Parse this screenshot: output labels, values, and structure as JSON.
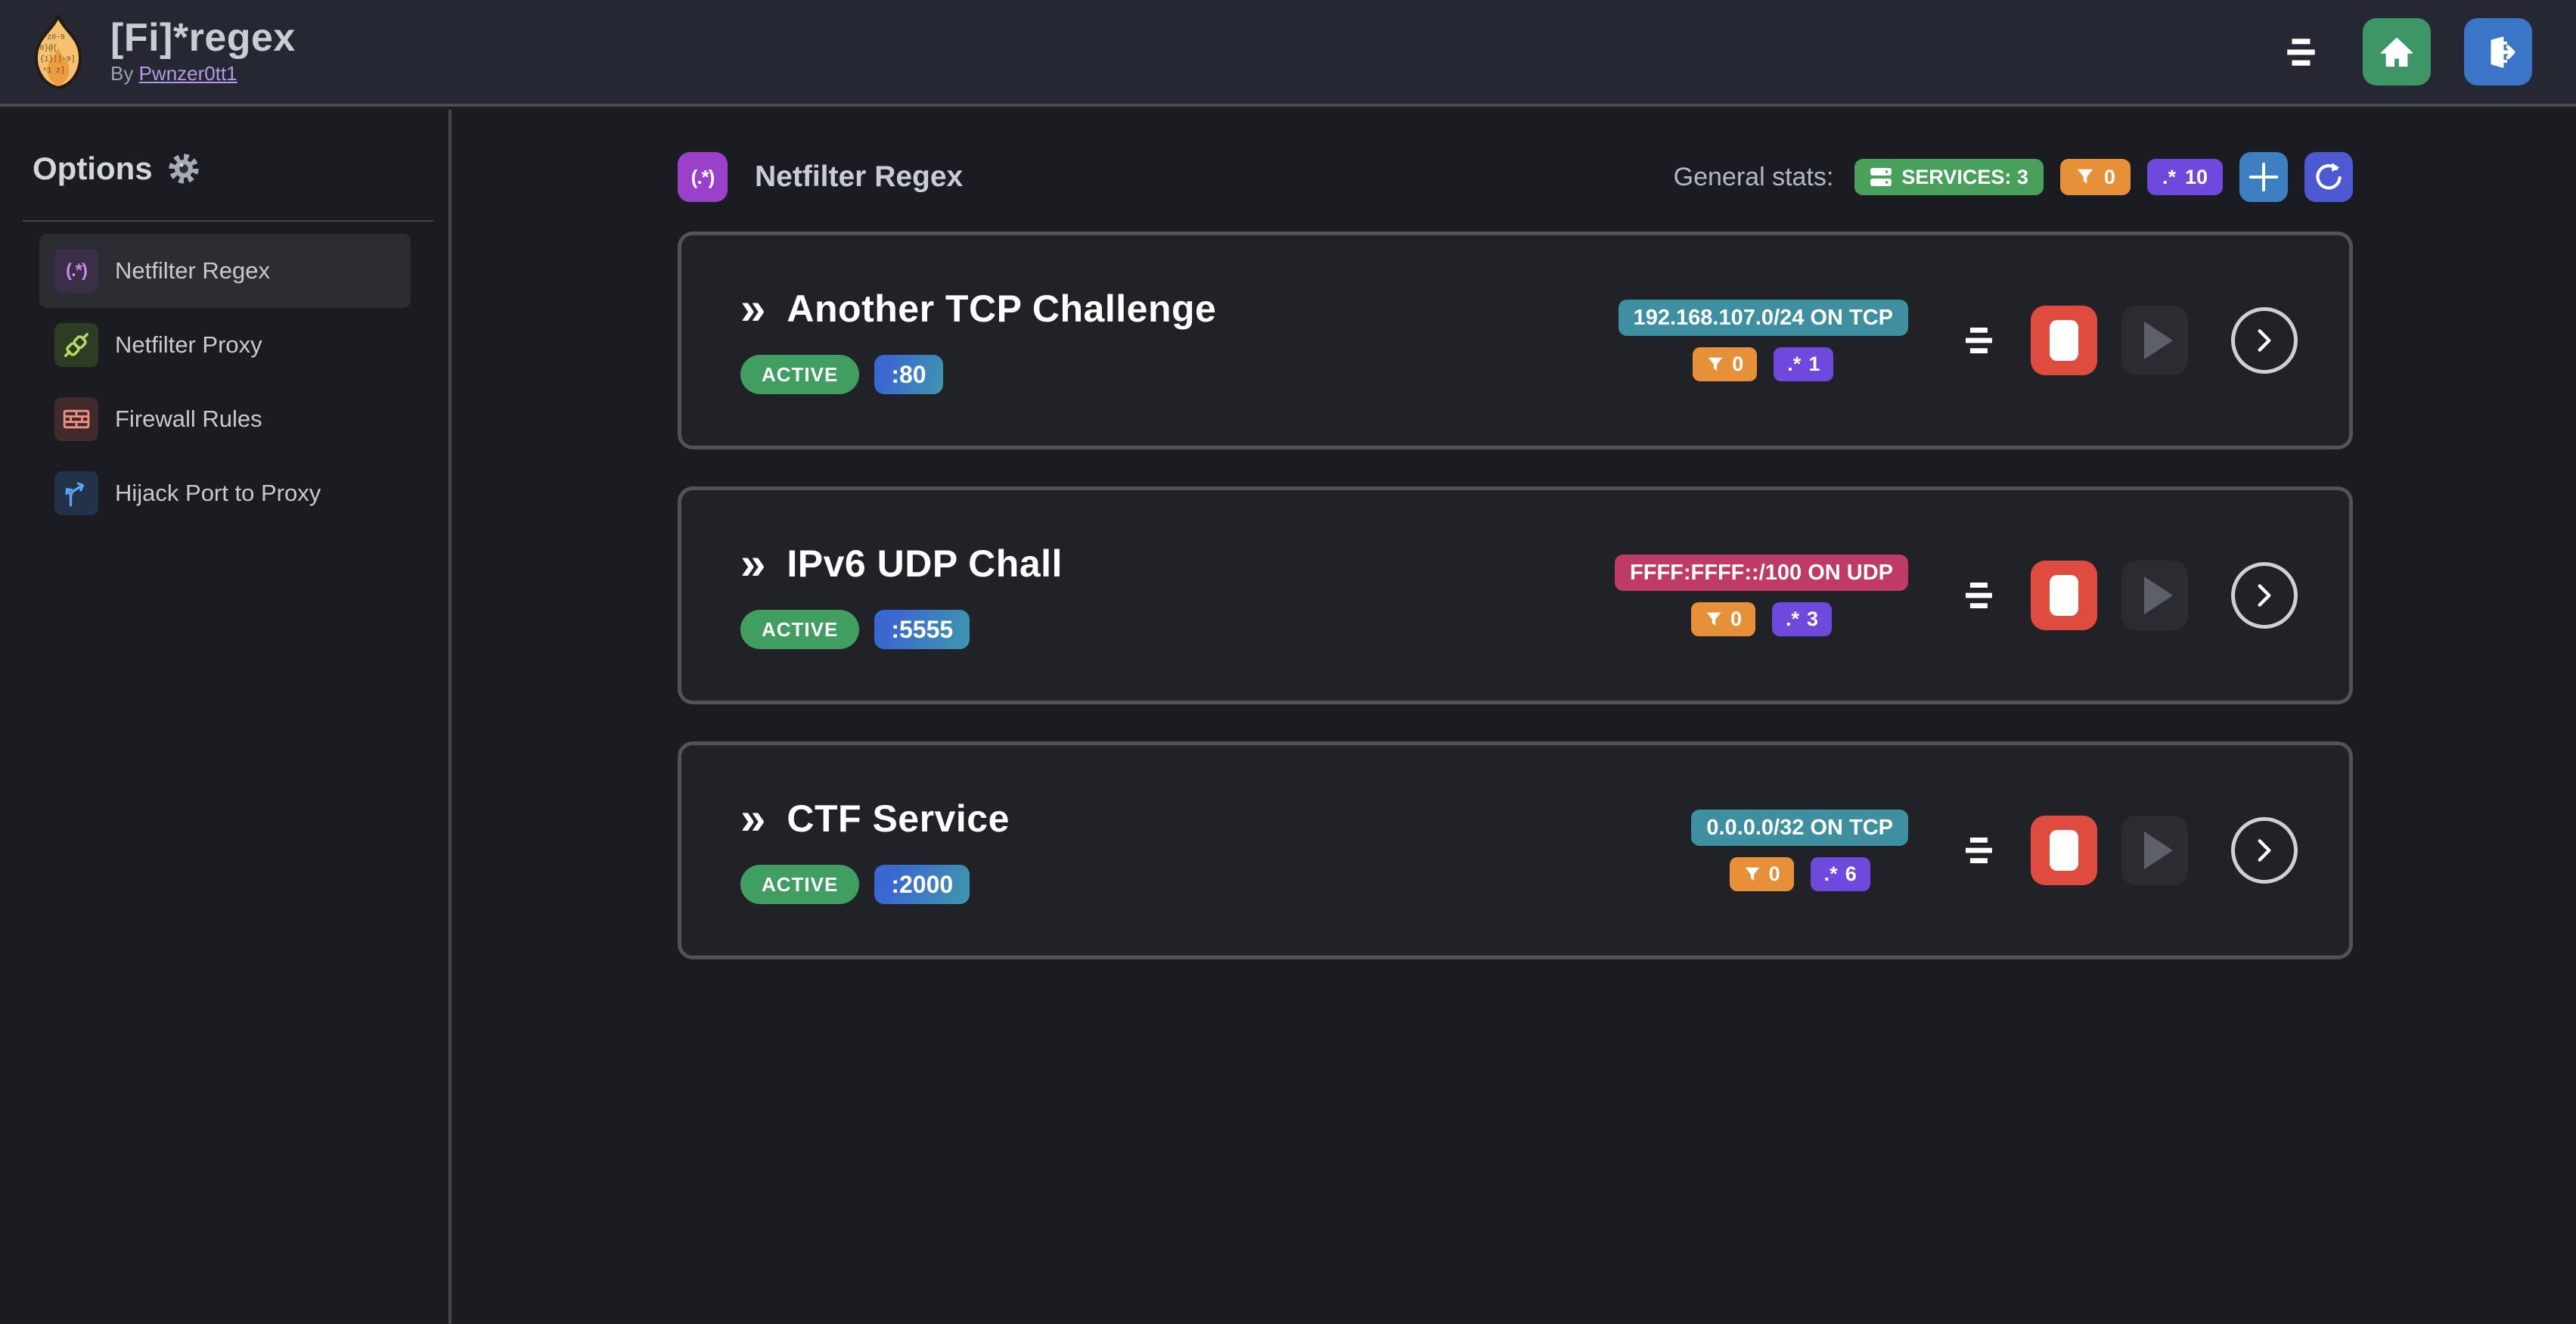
{
  "navbar": {
    "title": "[Fi]*regex",
    "byline_prefix": "By ",
    "byline_link": "Pwnzer0tt1"
  },
  "sidebar": {
    "title": "Options",
    "items": [
      {
        "label": "Netfilter Regex",
        "selected": true
      },
      {
        "label": "Netfilter Proxy",
        "selected": false
      },
      {
        "label": "Firewall Rules",
        "selected": false
      },
      {
        "label": "Hijack Port to Proxy",
        "selected": false
      }
    ]
  },
  "header": {
    "title": "Netfilter Regex",
    "stats_label": "General stats:",
    "services_badge": "SERVICES: 3",
    "filter_count": "0",
    "regex_count": "10"
  },
  "services": [
    {
      "title": "Another TCP Challenge",
      "status": "ACTIVE",
      "port": ":80",
      "address": "192.168.107.0/24 ON TCP",
      "filter_count": "0",
      "regex_count": "1"
    },
    {
      "title": "IPv6 UDP Chall",
      "status": "ACTIVE",
      "port": ":5555",
      "address": "FFFF:FFFF::/100 ON UDP",
      "filter_count": "0",
      "regex_count": "3"
    },
    {
      "title": "CTF Service",
      "status": "ACTIVE",
      "port": ":2000",
      "address": "0.0.0.0/32 ON TCP",
      "filter_count": "0",
      "regex_count": "6"
    }
  ],
  "glyphs": {
    "paren_regex": "(.*)",
    "regex_dot_star": ".*",
    "double_chevron": "»"
  },
  "colors": {
    "navbar_bg": "#252832",
    "page_bg": "#1b1c21",
    "card_bg": "#202228",
    "card_border": "#515358",
    "green_badge": "#48a05a",
    "orange_badge": "#e6913a",
    "violet_badge": "#6f48dd",
    "teal_badge": "#3e8fa0",
    "pink_badge": "#c03a66",
    "active_green": "#3f9e60",
    "home_green": "#3e9565",
    "logout_blue": "#3b75c7",
    "add_blue": "#3d80c2",
    "refresh_indigo": "#4c59d2",
    "stop_red": "#df4b3f",
    "page_icon_purple": "#9a40ca",
    "link_purple": "#b49ae0"
  }
}
